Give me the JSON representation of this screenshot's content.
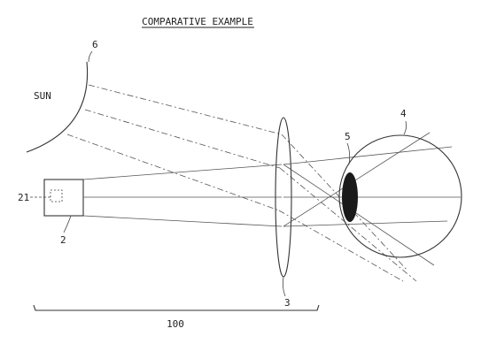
{
  "title": "COMPARATIVE EXAMPLE",
  "labels": {
    "sun": "SUN",
    "sun_ref": "6",
    "eye_ref": "4",
    "pupil_ref": "5",
    "projector_ref": "2",
    "source_ref": "21",
    "lens_ref": "3",
    "distance_ref": "100"
  },
  "colors": {
    "line": "#333333",
    "pupil": "#1a1a1a"
  }
}
